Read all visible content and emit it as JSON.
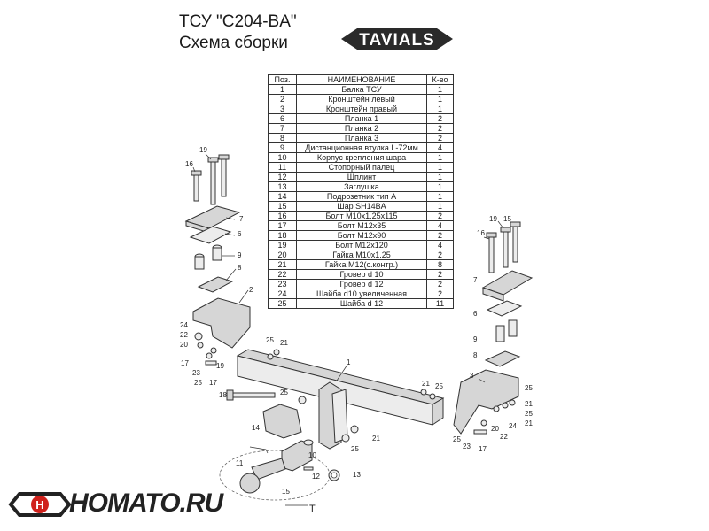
{
  "header": {
    "title": "ТСУ  \"C204-BA\"",
    "subtitle": "Схема сборки",
    "brand_logo": "TAVIALS"
  },
  "parts_table": {
    "headers": [
      "Поз.",
      "НАИМЕНОВАНИЕ",
      "К-во"
    ],
    "rows": [
      [
        "1",
        "Балка ТСУ",
        "1"
      ],
      [
        "2",
        "Кронштейн левый",
        "1"
      ],
      [
        "3",
        "Кронштейн правый",
        "1"
      ],
      [
        "6",
        "Планка 1",
        "2"
      ],
      [
        "7",
        "Планка 2",
        "2"
      ],
      [
        "8",
        "Планка 3",
        "2"
      ],
      [
        "9",
        "Дистанционная втулка L-72мм",
        "4"
      ],
      [
        "10",
        "Корпус крепления шара",
        "1"
      ],
      [
        "11",
        "Стопорный палец",
        "1"
      ],
      [
        "12",
        "Шплинт",
        "1"
      ],
      [
        "13",
        "Заглушка",
        "1"
      ],
      [
        "14",
        "Подрозетник тип А",
        "1"
      ],
      [
        "15",
        "Шар SH14BA",
        "1"
      ],
      [
        "16",
        "Болт М10х1.25х115",
        "2"
      ],
      [
        "17",
        "Болт М12х35",
        "4"
      ],
      [
        "18",
        "Болт М12х90",
        "2"
      ],
      [
        "19",
        "Болт М12х120",
        "4"
      ],
      [
        "20",
        "Гайка  М10х1.25",
        "2"
      ],
      [
        "21",
        "Гайка М12(с.контр.)",
        "8"
      ],
      [
        "22",
        "Гровер d 10",
        "2"
      ],
      [
        "23",
        "Гровер d 12",
        "2"
      ],
      [
        "24",
        "Шайба d10 увеличенная",
        "2"
      ],
      [
        "25",
        "Шайба d 12",
        "11"
      ]
    ]
  },
  "callouts": {
    "left_stack": [
      "19",
      "16",
      "7",
      "6",
      "9",
      "8",
      "2"
    ],
    "left_bracket": [
      "24",
      "22",
      "20",
      "17",
      "23",
      "25",
      "19",
      "17"
    ],
    "right_stack": [
      "19",
      "16",
      "15",
      "7",
      "6",
      "9",
      "8"
    ],
    "beam": [
      "1",
      "25",
      "21",
      "18",
      "25",
      "14",
      "21",
      "25",
      "21",
      "25"
    ],
    "right_bracket": [
      "3",
      "25",
      "21",
      "25",
      "24",
      "21",
      "20",
      "25",
      "23",
      "17",
      "22"
    ],
    "ball": [
      "11",
      "10",
      "12",
      "13",
      "15",
      "T"
    ]
  },
  "footer": {
    "site": "HOMATO.RU"
  },
  "colors": {
    "part_fill": "#d6d6d6",
    "logo_red": "#d0211c",
    "ink": "#222222"
  }
}
